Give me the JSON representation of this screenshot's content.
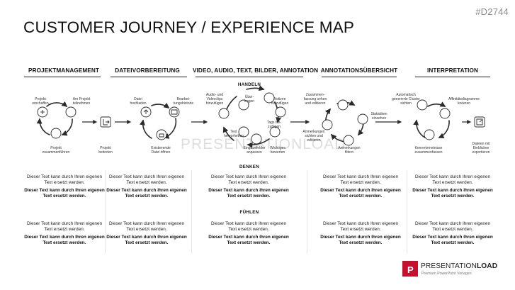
{
  "slide_id": "#D2744",
  "title": "CUSTOMER JOURNEY / EXPERIENCE MAP",
  "phases": [
    "PROJEKTMANAGEMENT",
    "DATEIVORBEREITUNG",
    "VIDEO, AUDIO, TEXT, BILDER, ANNOTATION",
    "ANNOTATIONSÜBERSICHT",
    "INTERPRETATION"
  ],
  "rows": {
    "handeln": "HANDELN",
    "denken": "DENKEN",
    "fuehlen": "FÜHLEN"
  },
  "watermark": "PRESENTATIONLOAD",
  "captions": {
    "pm_erstellen": "Projekt\nerschaffen",
    "pm_teilnehmen": "Am Projekt\nteilnehmen",
    "pm_zusammen": "Projekt\nzusammenführen",
    "pm_beitreten": "Projekt\nbeitreten",
    "dv_hochladen": "Datei\nhochladen",
    "dv_historie": "Bearbei-\ntungshistorie",
    "dv_oeffnen": "Existierende\nDatei öffnen",
    "va_clips": "Audio- und\nVideoclips\nhinzufügen",
    "va_uebertragen": "Über-\ntragen",
    "va_notizen": "Notizen\nhinzufügen",
    "va_tags": "Tags hin-\nzufügen",
    "va_text": "Text\nhervorheben",
    "va_eingabe": "Eingabefelder\nanpassen",
    "va_wichtig": "Wichtiges\nbewerten",
    "au_zusammen": "Zusammen-\nfassung sehen\nund editieren",
    "au_statistiken": "Statistiken\neinsehen",
    "au_anmerk_sicht": "Anmerkungen\nsichten und\neditieren",
    "au_filtern": "Anmerkungen\nfiltern",
    "ip_cluster": "Automatisch\ngenerierte Cluster\nsichten",
    "ip_affinitaet": "Affinitätsdiagramme\nkreieren",
    "ip_kernerkenntnisse": "Kernerkenntnisse\nzusammenfassen",
    "ip_exportieren": "Dateien mit\nEinblicken\nexportieren"
  },
  "placeholder": {
    "normal": "Dieser Text kann durch Ihren eigenen Text ersetzt werden.",
    "bold": "Dieser Text kann durch Ihren eigenen Text ersetzt werden."
  },
  "brand": {
    "name_light": "PRESENTATION",
    "name_bold": "LOAD",
    "sub": "Premium PowerPoint Vorlagen",
    "color": "#c8102e"
  },
  "icons": {
    "plus": "plus-icon",
    "login": "login-icon",
    "upload": "upload-icon",
    "document": "document-icon",
    "export": "export-icon",
    "cycle": "circular-arrow-icon"
  }
}
